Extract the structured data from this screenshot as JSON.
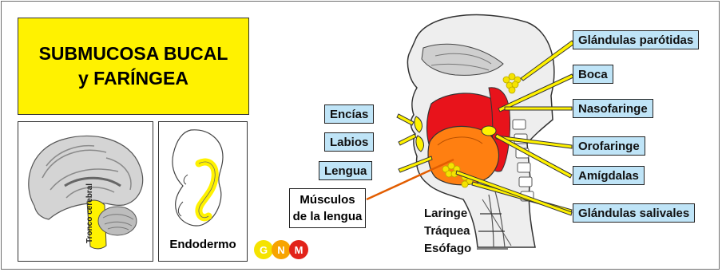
{
  "title": {
    "line1": "SUBMUCOSA BUCAL",
    "line2": "y FARÍNGEA"
  },
  "brain_panel": {
    "label": "Tronco cerebral"
  },
  "embryo_panel": {
    "label": "Endodermo"
  },
  "labels": {
    "encias": "Encías",
    "labios": "Labios",
    "lengua": "Lengua",
    "musculos_line1": "Músculos",
    "musculos_line2": "de la lengua",
    "parotidas": "Glándulas parótidas",
    "boca": "Boca",
    "nasofaringe": "Nasofaringe",
    "orofaringe": "Orofaringe",
    "amigdalas": "Amígdalas",
    "salivales": "Glándulas salivales",
    "laringe": "Laringe",
    "traquea": "Tráquea",
    "esofago": "Esófago"
  },
  "logo": {
    "letters": [
      "G",
      "N",
      "M"
    ]
  },
  "colors": {
    "highlight": "#fff200",
    "label_bg": "#bfe4f7",
    "mouth_red": "#e8131b",
    "tongue_orange": "#ff7f11"
  }
}
